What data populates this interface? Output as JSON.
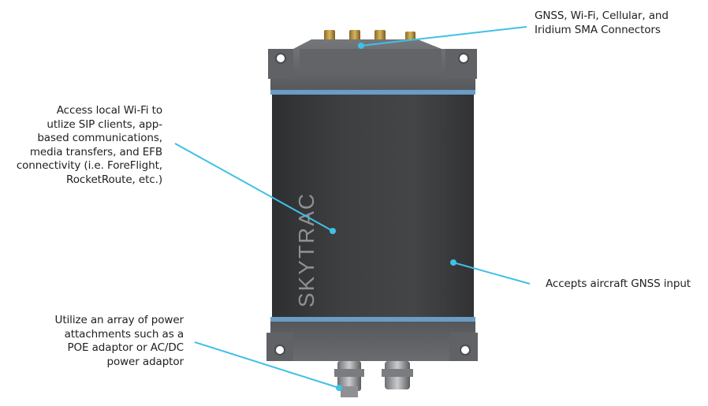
{
  "device": {
    "brand_text": "SKYTRAC"
  },
  "callouts": {
    "connectors": {
      "lines": [
        "GNSS, Wi-Fi, Cellular, and",
        "Iridium SMA Connectors"
      ]
    },
    "wifi": {
      "lines": [
        "Access local Wi-Fi to",
        "utlize SIP clients, app-",
        "based communications,",
        "media transfers, and EFB",
        "connectivity (i.e. ForeFlight,",
        "RocketRoute, etc.)"
      ]
    },
    "gnss_input": {
      "lines": [
        "Accepts aircraft GNSS input"
      ]
    },
    "power": {
      "lines": [
        "Utilize an array of power",
        "attachments such as a",
        "POE adaptor or AC/DC",
        "power adaptor"
      ]
    }
  },
  "colors": {
    "callout_line": "#3fc1e6",
    "accent_band": "#6a9cc4",
    "housing": "#5b5d61",
    "body_panel": "#3b3c3e"
  }
}
